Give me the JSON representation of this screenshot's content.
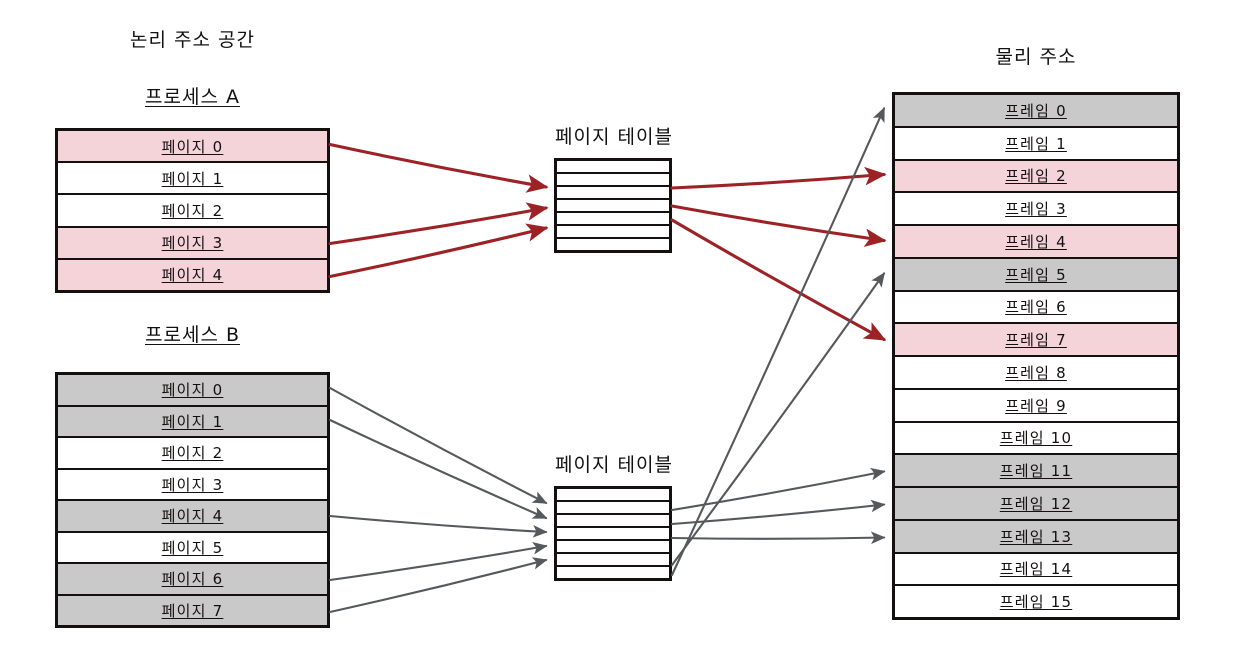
{
  "diagram": {
    "title_logical": "논리 주소 공간",
    "title_physical": "물리 주소",
    "process_a_label": "프로세스 A",
    "process_b_label": "프로세스 B",
    "page_table_a_label": "페이지 테이블",
    "page_table_b_label": "페이지 테이블"
  },
  "colors": {
    "highlight_pink": "#f4d3d9",
    "highlight_gray": "#c9c9c9",
    "empty_white": "#ffffff",
    "arrow_red": "#9c2226",
    "arrow_gray": "#56595c",
    "stroke_black": "#14100f"
  },
  "process_a": {
    "name": "프로세스 A",
    "pages": [
      {
        "label": "페이지 0",
        "fill": "pink"
      },
      {
        "label": "페이지 1",
        "fill": "white"
      },
      {
        "label": "페이지 2",
        "fill": "white"
      },
      {
        "label": "페이지 3",
        "fill": "pink"
      },
      {
        "label": "페이지 4",
        "fill": "pink"
      }
    ]
  },
  "process_b": {
    "name": "프로세스 B",
    "pages": [
      {
        "label": "페이지 0",
        "fill": "gray"
      },
      {
        "label": "페이지 1",
        "fill": "gray"
      },
      {
        "label": "페이지 2",
        "fill": "white"
      },
      {
        "label": "페이지 3",
        "fill": "white"
      },
      {
        "label": "페이지 4",
        "fill": "gray"
      },
      {
        "label": "페이지 5",
        "fill": "white"
      },
      {
        "label": "페이지 6",
        "fill": "gray"
      },
      {
        "label": "페이지 7",
        "fill": "gray"
      }
    ]
  },
  "page_table_a": {
    "label": "페이지 테이블",
    "rows": 7
  },
  "page_table_b": {
    "label": "페이지 테이블",
    "rows": 7
  },
  "physical_memory": {
    "title": "물리 주소",
    "frames": [
      {
        "label": "프레임 0",
        "fill": "gray"
      },
      {
        "label": "프레임 1",
        "fill": "white"
      },
      {
        "label": "프레임 2",
        "fill": "pink"
      },
      {
        "label": "프레임 3",
        "fill": "white"
      },
      {
        "label": "프레임 4",
        "fill": "pink"
      },
      {
        "label": "프레임 5",
        "fill": "gray"
      },
      {
        "label": "프레임 6",
        "fill": "white"
      },
      {
        "label": "프레임 7",
        "fill": "pink"
      },
      {
        "label": "프레임 8",
        "fill": "white"
      },
      {
        "label": "프레임 9",
        "fill": "white"
      },
      {
        "label": "프레임 10",
        "fill": "white"
      },
      {
        "label": "프레임 11",
        "fill": "gray"
      },
      {
        "label": "프레임 12",
        "fill": "gray"
      },
      {
        "label": "프레임 13",
        "fill": "gray"
      },
      {
        "label": "프레임 14",
        "fill": "white"
      },
      {
        "label": "프레임 15",
        "fill": "white"
      }
    ]
  },
  "mappings": {
    "process_a_to_table": [
      {
        "from_page": 0,
        "color": "red"
      },
      {
        "from_page": 3,
        "color": "red"
      },
      {
        "from_page": 4,
        "color": "red"
      }
    ],
    "table_a_to_frames": [
      {
        "to_frame": 2,
        "color": "red"
      },
      {
        "to_frame": 4,
        "color": "red"
      },
      {
        "to_frame": 7,
        "color": "red"
      }
    ],
    "process_b_to_table": [
      {
        "from_page": 0,
        "color": "gray"
      },
      {
        "from_page": 1,
        "color": "gray"
      },
      {
        "from_page": 4,
        "color": "gray"
      },
      {
        "from_page": 6,
        "color": "gray"
      },
      {
        "from_page": 7,
        "color": "gray"
      }
    ],
    "table_b_to_frames": [
      {
        "to_frame": 0,
        "color": "gray"
      },
      {
        "to_frame": 5,
        "color": "gray"
      },
      {
        "to_frame": 11,
        "color": "gray"
      },
      {
        "to_frame": 12,
        "color": "gray"
      },
      {
        "to_frame": 13,
        "color": "gray"
      }
    ]
  }
}
